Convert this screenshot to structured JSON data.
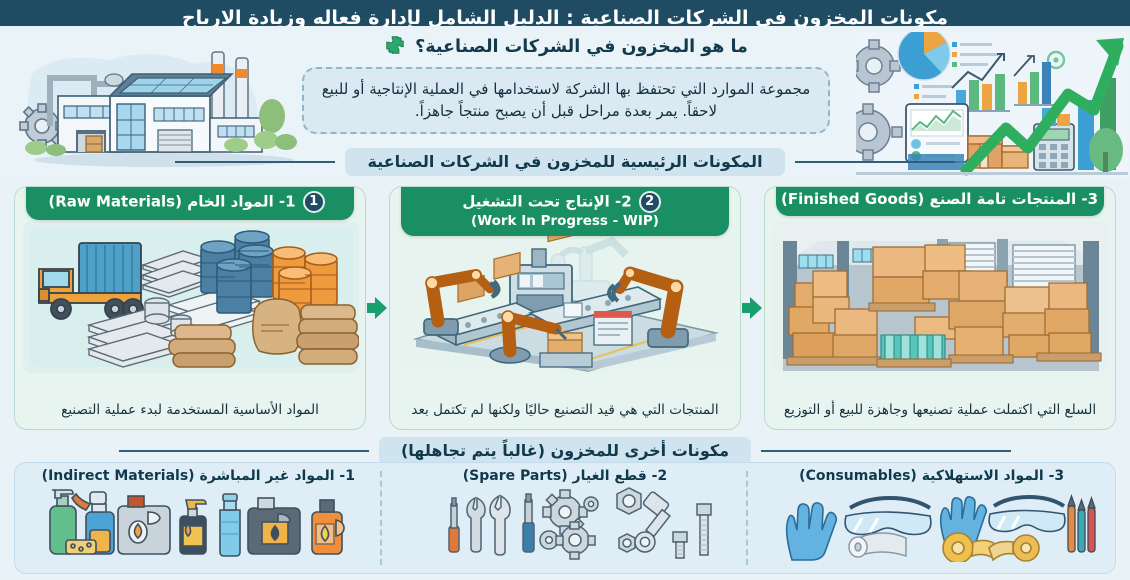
{
  "header": {
    "title": "مكونات المخزون في الشركات الصناعية : الدليل الشامل لإدارة فعاله وزيادة الارباح"
  },
  "hero": {
    "question_icon": "puzzle-piece-icon",
    "question": "ما هو المخزون في الشركات الصناعية؟",
    "answer": "مجموعة الموارد التي تحتفظ بها الشركة لاستخدامها في العملية الإنتاجية أو للبيع لاحقاً. يمر بعدة مراحل قبل أن يصبح منتجاً جاهزاً.",
    "left_illustration": "factory-illustration",
    "right_illustration": "business-analytics-illustration"
  },
  "sections": {
    "main_components": "المكونات الرئيسية للمخزون في الشركات الصناعية",
    "other_components": "مكونات أخرى للمخزون (غالباً يتم تجاهلها)"
  },
  "cards": [
    {
      "number": "1",
      "title_ar": "1- المواد الخام (Raw Materials)",
      "title_en": "",
      "description": "المواد الأساسية المستخدمة لبدء عملية التصنيع",
      "illustration": "raw-materials-truck-barrels-illustration"
    },
    {
      "number": "2",
      "title_ar": "2- الإنتاج تحت التشغيل",
      "title_en": "(Work In Progress - WIP)",
      "description": "المنتجات التي هي قيد التصنيع حاليًا ولكنها لم تكتمل بعد",
      "illustration": "robotic-assembly-line-illustration"
    },
    {
      "number": "3",
      "title_ar": "3- المنتجات تامة الصنع (Finished Goods)",
      "title_en": "",
      "description": "السلع التي اكتملت عملية تصنيعها وجاهزة للبيع أو التوزيع",
      "illustration": "warehouse-pallets-illustration"
    }
  ],
  "other_components": [
    {
      "label": "1- المواد غير المباشرة (Indirect Materials)",
      "illustration": "cleaning-bottles-lubricants-icons"
    },
    {
      "label": "2- قطع الغيار (Spare Parts)",
      "illustration": "tools-gears-bolts-icons"
    },
    {
      "label": "3- المواد الاستهلاكية (Consumables)",
      "illustration": "gloves-goggles-tape-pens-icons"
    }
  ],
  "colors": {
    "title_bar": "#1f4b63",
    "page_bg": "#e9f2f7",
    "card_header_green": "#1a8f63",
    "card_bg": "#e7f4ef",
    "badge_navy": "#1f4b63",
    "question_box_bg": "#dbeaf2",
    "question_box_border": "#8fb7c9",
    "bottom_strip_bg": "#dfeef6",
    "arrow_green": "#17a06b",
    "accent_orange": "#ef8b2c"
  }
}
